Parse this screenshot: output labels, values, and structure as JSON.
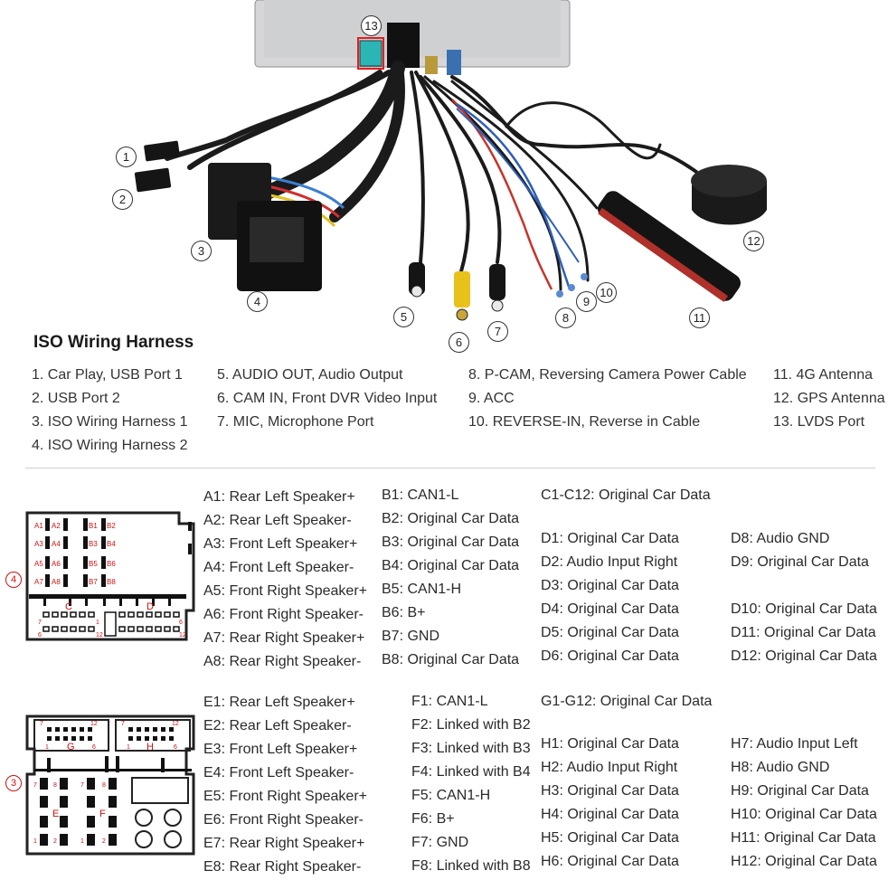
{
  "callouts": [
    "1",
    "2",
    "3",
    "4",
    "5",
    "6",
    "7",
    "8",
    "9",
    "10",
    "11",
    "12",
    "13"
  ],
  "harness_title": "ISO Wiring Harness",
  "legend": {
    "col1": [
      "1. Car Play, USB Port 1",
      "2. USB Port 2",
      "3. ISO Wiring Harness 1",
      "4. ISO Wiring Harness 2"
    ],
    "col2": [
      "5. AUDIO OUT, Audio Output",
      "6. CAM IN, Front DVR Video Input",
      "7. MIC, Microphone Port"
    ],
    "col3": [
      "8. P-CAM, Reversing Camera Power Cable",
      "9. ACC",
      "10. REVERSE-IN, Reverse in Cable"
    ],
    "col4": [
      "11. 4G Antenna",
      "12. GPS Antenna",
      "13. LVDS Port"
    ]
  },
  "connector4": {
    "label": "4",
    "pins_a": [
      "A1",
      "A2",
      "A3",
      "A4",
      "A5",
      "A6",
      "A7",
      "A8"
    ],
    "pins_b": [
      "B1",
      "B2",
      "B3",
      "B4",
      "B5",
      "B6",
      "B7",
      "B8"
    ],
    "block_c": "C",
    "block_d": "D",
    "c_left": "7",
    "c_right": "12",
    "c_left2": "1",
    "c_right2": "6",
    "d_left": "6",
    "d_right": "12"
  },
  "connector3": {
    "label": "3",
    "block_g": "G",
    "block_h": "H",
    "g_left": "7",
    "g_right": "12",
    "g_left2": "1",
    "g_right2": "6",
    "h_left": "7",
    "h_right": "12",
    "h_left2": "1",
    "h_right2": "6",
    "block_e": "E",
    "block_f": "F",
    "e_nums": [
      "7",
      "8",
      "1",
      "2"
    ],
    "f_nums": [
      "7",
      "8",
      "1",
      "2"
    ]
  },
  "pins_a_list": [
    "A1: Rear Left Speaker+",
    "A2: Rear Left Speaker-",
    "A3: Front Left Speaker+",
    "A4: Front Left Speaker-",
    "A5: Front Right Speaker+",
    "A6: Front Right Speaker-",
    "A7: Rear Right Speaker+",
    "A8: Rear Right Speaker-"
  ],
  "pins_b_list": [
    "B1: CAN1-L",
    "B2: Original Car Data",
    "B3: Original Car Data",
    "B4: Original Car Data",
    "B5: CAN1-H",
    "B6: B+",
    "B7: GND",
    "B8: Original Car Data"
  ],
  "c_range": "C1-C12: Original Car Data",
  "pins_d_left": [
    "D1: Original Car Data",
    "D2: Audio Input Right",
    "D3: Original Car Data",
    "D4: Original Car Data",
    "D5: Original Car Data",
    "D6: Original Car Data"
  ],
  "pins_d_right": [
    "D8: Audio GND",
    "D9: Original Car Data",
    "",
    "D10: Original Car Data",
    "D11: Original Car Data",
    "D12: Original Car Data"
  ],
  "pins_e_list": [
    "E1: Rear Left Speaker+",
    "E2: Rear Left Speaker-",
    "E3: Front Left Speaker+",
    "E4: Front Left Speaker-",
    "E5: Front Right Speaker+",
    "E6: Front Right Speaker-",
    "E7: Rear Right Speaker+",
    "E8: Rear Right Speaker-"
  ],
  "pins_f_list": [
    "F1: CAN1-L",
    "F2: Linked with B2",
    "F3: Linked with B3",
    "F4: Linked with B4",
    "F5: CAN1-H",
    "F6: B+",
    "F7: GND",
    "F8: Linked with B8"
  ],
  "g_range": "G1-G12: Original Car Data",
  "pins_h_left": [
    "H1: Original Car Data",
    "H2: Audio Input Right",
    "H3: Original Car Data",
    "H4: Original Car Data",
    "H5: Original Car Data",
    "H6: Original Car Data"
  ],
  "pins_h_right": [
    "H7: Audio Input Left",
    "H8: Audio GND",
    "H9: Original Car Data",
    "H10: Original Car Data",
    "H11: Original Car Data",
    "H12: Original Car Data"
  ],
  "colors": {
    "accent_red": "#d01010",
    "cable": "#1b1b1b",
    "yellow_rca": "#e8c21a",
    "red_wire": "#c8342a",
    "blue_wire": "#2e5fb8"
  }
}
